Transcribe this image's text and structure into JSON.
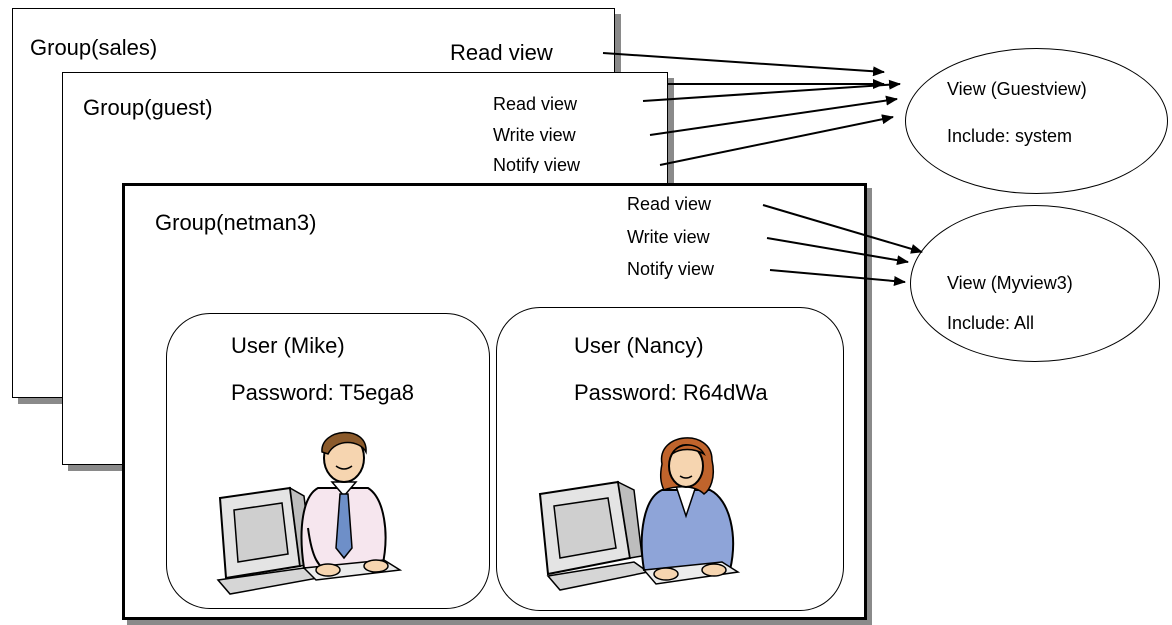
{
  "groups": {
    "sales": {
      "title": "Group(sales)",
      "read": "Read view"
    },
    "guest": {
      "title": "Group(guest)",
      "read": "Read view",
      "write": "Write view",
      "notify": "Notify view"
    },
    "netman": {
      "title": "Group(netman3)",
      "read": "Read view",
      "write": "Write view",
      "notify": "Notify view"
    }
  },
  "users": {
    "mike": {
      "name": "User (Mike)",
      "password": "Password: T5ega8"
    },
    "nancy": {
      "name": "User (Nancy)",
      "password": "Password: R64dWa"
    }
  },
  "views": {
    "guestview": {
      "name": "View (Guestview)",
      "include": "Include: system"
    },
    "myview": {
      "name": "View (Myview3)",
      "include": "Include: All"
    }
  },
  "colors": {
    "shadow": "#8a8a8a",
    "shirt_mike": "#f6e6ee",
    "tie": "#6e8fc8",
    "suit_nancy": "#8ea4d8",
    "hair_mike": "#8b5a2b",
    "hair_nancy": "#c0642c",
    "skin": "#f6d5b0",
    "monitor": "#e4e4e4"
  },
  "icons": [
    "man-at-computer-illustration",
    "woman-at-computer-illustration"
  ]
}
